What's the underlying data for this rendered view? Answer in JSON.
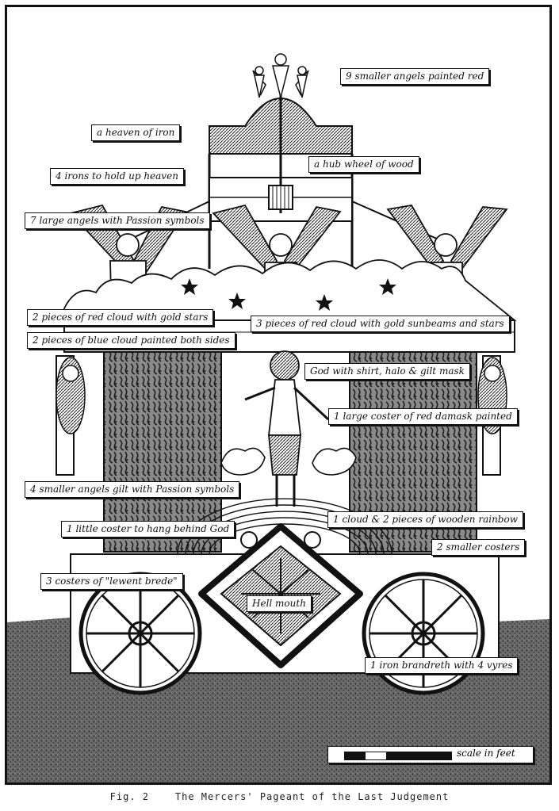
{
  "figure": {
    "caption": "Fig. 2    The Mercers' Pageant of the Last Judgement"
  },
  "labels": {
    "smaller_angels": "9 smaller angels painted red",
    "heaven_iron": "a heaven of iron",
    "hub_wheel": "a hub wheel of wood",
    "irons_heaven": "4 irons to hold up heaven",
    "large_angels": "7 large angels with Passion symbols",
    "red_cloud": "2 pieces of red cloud with gold stars",
    "red_cloud_sunbeams": "3 pieces of red cloud with gold sunbeams and stars",
    "blue_cloud": "2 pieces of blue cloud painted both sides",
    "god": "God with shirt, halo & gilt mask",
    "coster_damask": "1 large coster of red damask painted",
    "gilt_angels": "4 smaller angels gilt with Passion symbols",
    "cloud_rainbow": "1 cloud & 2 pieces of wooden rainbow",
    "little_coster": "1 little coster to hang behind God",
    "smaller_costers": "2 smaller costers",
    "costers_broken": "3 costers of \"lewent brede\"",
    "hell_mouth": "Hell mouth",
    "brandreth": "1 iron brandreth with 4 vyres"
  },
  "scale_bar": {
    "label": "scale in feet"
  },
  "colors": {
    "ink": "#111111",
    "paper": "#ffffff",
    "ground": "#585858"
  }
}
